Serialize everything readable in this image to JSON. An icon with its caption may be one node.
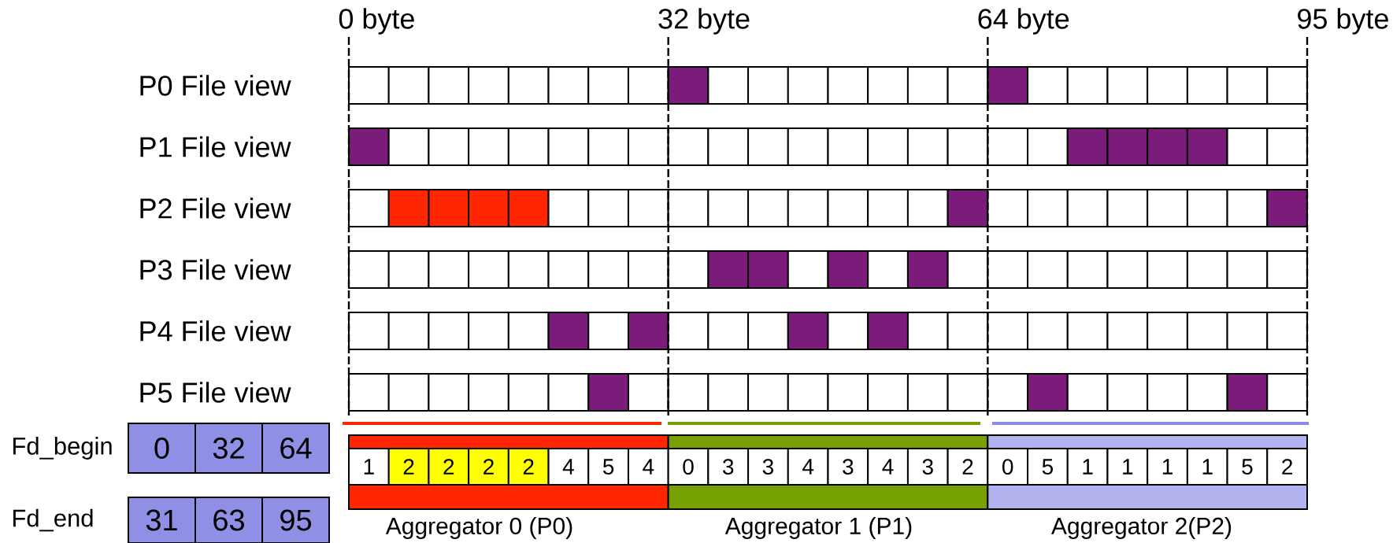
{
  "diagram": {
    "nodes": [
      {
        "text": [],
        "shape": "bar"
      },
      {
        "text": [],
        "shape": "bar"
      },
      {
        "text": [],
        "shape": "bar"
      },
      {
        "text": [],
        "shape": "bar"
      },
      {
        "text": [],
        "shape": "bar"
      },
      {
        "text": [],
        "shape": "bar"
      }
    ],
    "labels": [
      "0 byte",
      "32 byte",
      "64 byte",
      "95 byte",
      "P0 File view",
      "P1 File view",
      "P2 File view",
      "P3 File view",
      "P4 File view",
      "P5 File view",
      "Fd_begin",
      "0",
      "32",
      "64",
      "1",
      "2",
      "2",
      "2",
      "2",
      "4",
      "5",
      "4",
      "0",
      "3",
      "3",
      "4",
      "3",
      "4",
      "3",
      "2",
      "0",
      "5",
      "1",
      "1",
      "1",
      "1",
      "5",
      "2",
      "Fd_end",
      "31",
      "63",
      "95",
      "Aggregator 0 (P0)",
      "Aggregator 1 (P1)",
      "Aggregator 2(P2)"
    ]
  }
}
